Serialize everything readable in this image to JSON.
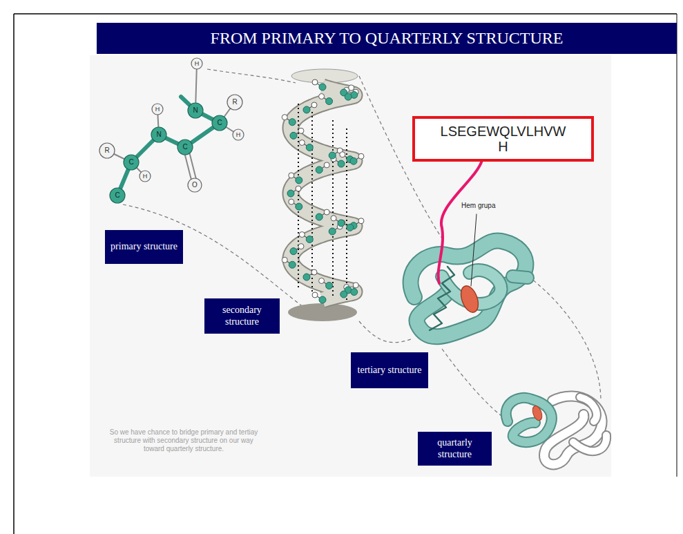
{
  "diagram": {
    "title": "FROM PRIMARY TO QUARTERLY STRUCTURE",
    "nodes": [
      {
        "text": [
          "LSEGEWQLVLHVW H"
        ]
      },
      {
        "text": [
          "primary structure"
        ]
      },
      {
        "text": [
          "secondary structure"
        ]
      },
      {
        "text": [
          "tertiary structure"
        ]
      },
      {
        "text": [
          "quartarly structure"
        ]
      }
    ],
    "labels": [
      "H",
      "R",
      "H",
      "N",
      "C",
      "H",
      "N",
      "C",
      "R",
      "C",
      "H",
      "O",
      "C",
      "Hem grupa",
      "So we have chance to bridge primary and tertiay structure with secondary structure on our way toward quarterly structure."
    ]
  }
}
